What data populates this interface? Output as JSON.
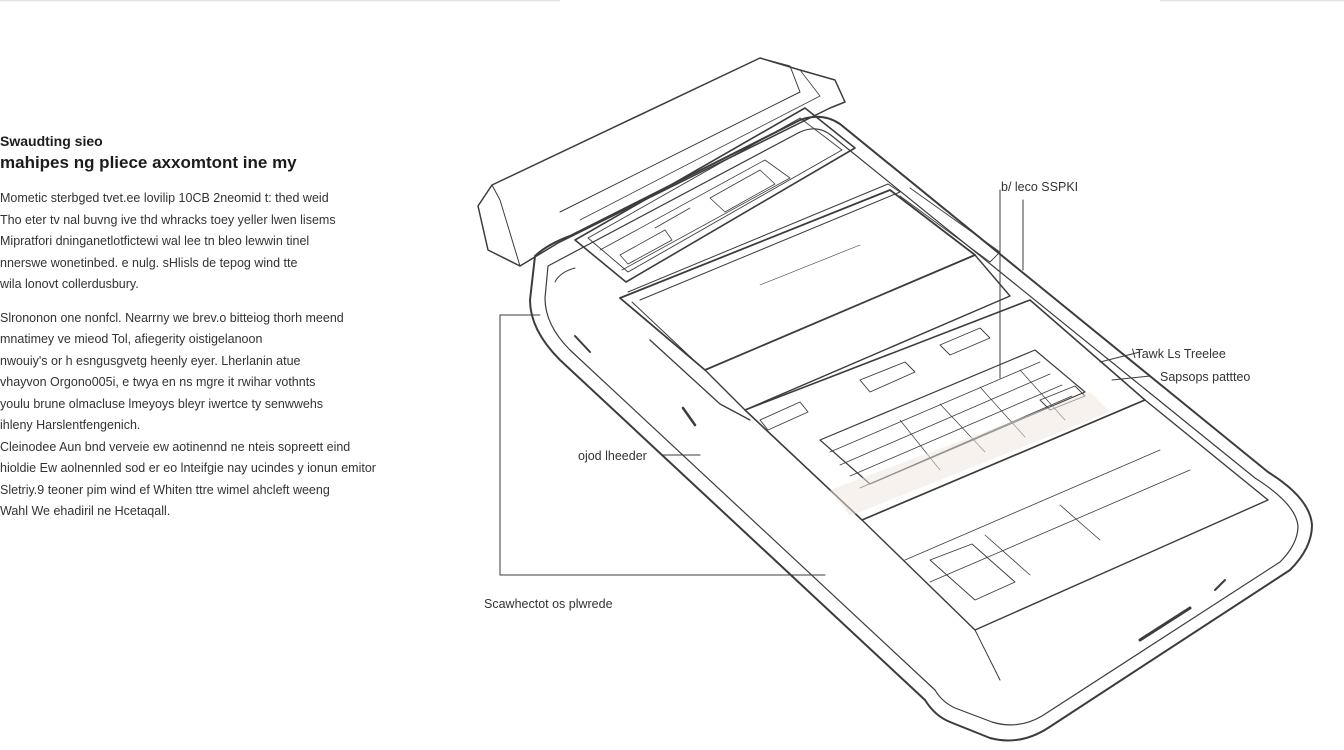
{
  "heading": {
    "line1": "Swaudting sieo",
    "line2": "mahipes ng pliece axxomtont ine my"
  },
  "paragraphs": [
    {
      "lines": [
        "Mometic sterbged tvet.ee lovilip 10CB 2neomid t: thed weid",
        "Tho eter tv nal buvng ive thd whracks toey yeller lwen lisems",
        "Mipratfori dninganetlotfictewi wal lee tn bleo lewwin tinel",
        "nnerswe wonetinbed. e nulg. sHlisls de tepog wind tte",
        "wila lonovt collerdusbury."
      ]
    },
    {
      "lines": [
        "Slrononon one nonfcl. Nearrny we brev.o bitteiog thorh meend",
        "mnatimey ve mieod Tol, afiegerity oistigelanoon",
        "nwouiy's or h esngusgvetg heenly eyer. Lherlanin atue",
        "vhayvon Orgono005i, e twya en ns mgre it rwihar vothnts",
        "youlu brune olmacluse lmeyoys bleyr iwertce ty senwwehs",
        "ihleny Harslentfengenich."
      ]
    },
    {
      "lines": [
        "Cleinodee Aun bnd verveie ew aotinennd ne nteis sopreett eind",
        "hioldie Ew aolnennled sod er eo lnteifgie nay ucindes y ionun emitor",
        "Sletriy.9 teoner pim wind ef Whiten ttre wimel ahcleft weeng",
        "Wahl We ehadiril ne Hcetaqall."
      ]
    }
  ],
  "callouts": {
    "top_label": "b/ leco SSPKI",
    "right_label_1": "\\Tawk Ls Treelee",
    "right_label_2": "Sapsops pattteo",
    "left_label": "ojod lheeder",
    "bottom_label": "Scawhectot os plwrede"
  }
}
